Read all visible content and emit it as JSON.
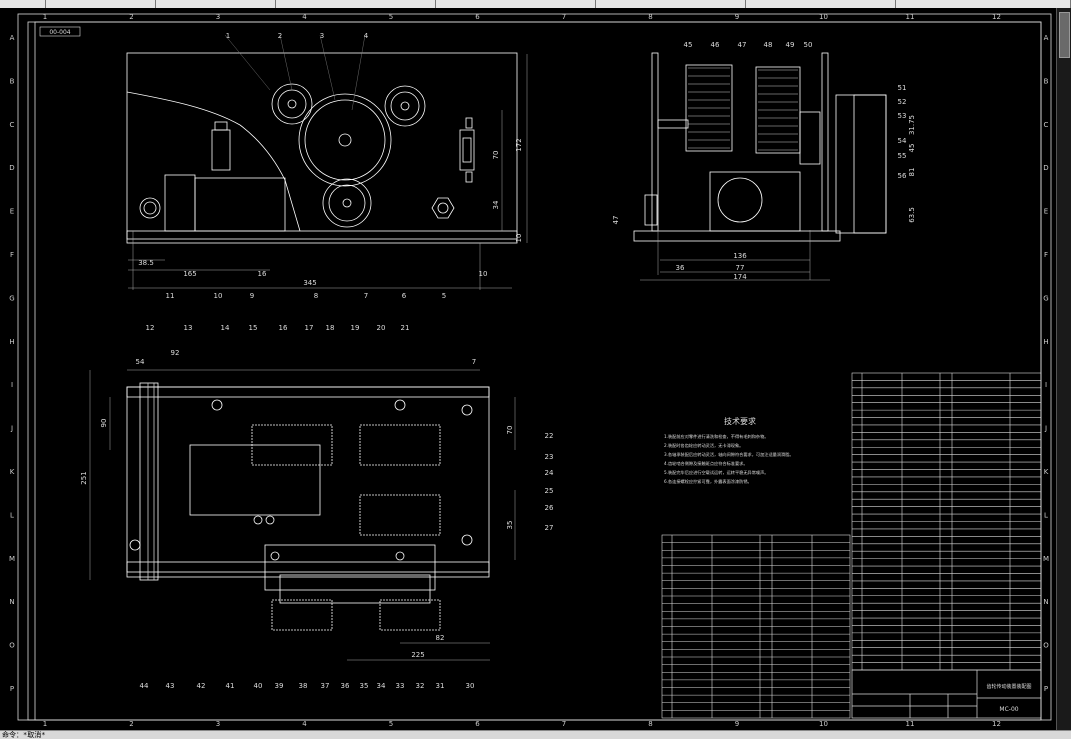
{
  "toolbar": {
    "cells": [
      "",
      "",
      "",
      "",
      "",
      "",
      "",
      ""
    ]
  },
  "drawing": {
    "tag": "00-004",
    "col_labels": [
      "1",
      "2",
      "3",
      "4",
      "5",
      "6",
      "7",
      "8",
      "9",
      "10",
      "11",
      "12"
    ],
    "row_labels": [
      "A",
      "B",
      "C",
      "D",
      "E",
      "F",
      "G",
      "H",
      "I",
      "J",
      "K",
      "L",
      "M",
      "N",
      "O",
      "P"
    ],
    "front_view": {
      "part_numbers_top": [
        "1",
        "2",
        "3",
        "4"
      ],
      "part_numbers_bottom": [
        "11",
        "10",
        "9",
        "8",
        "7",
        "6",
        "5"
      ],
      "dims": {
        "overall": "345",
        "left": "38.5",
        "mid": "165",
        "small": "16",
        "right": "10",
        "height": "172",
        "v1": "70",
        "v2": "34",
        "v3": "10"
      }
    },
    "side_view": {
      "part_numbers_top": [
        "45",
        "46",
        "47",
        "48",
        "49",
        "50"
      ],
      "part_numbers_right": [
        "51",
        "52",
        "53",
        "54",
        "55",
        "56"
      ],
      "dims": {
        "d1": "136",
        "d2": "77",
        "d3": "36",
        "d4": "174",
        "v1": "31.75",
        "v2": "45",
        "v3": "81",
        "v4": "63.5",
        "v5": "47"
      }
    },
    "plan_view": {
      "part_numbers_top": [
        "12",
        "13",
        "14",
        "15",
        "16",
        "17",
        "18",
        "19",
        "20",
        "21"
      ],
      "part_numbers_right": [
        "22",
        "23",
        "24",
        "25",
        "26",
        "27"
      ],
      "part_numbers_bottom": [
        "44",
        "43",
        "42",
        "41",
        "40",
        "39",
        "38",
        "37",
        "36",
        "35",
        "34",
        "33",
        "32",
        "31",
        "30"
      ],
      "dims": {
        "d1": "54",
        "d2": "92",
        "d3": "7",
        "height": "251",
        "h2": "90",
        "v1": "70",
        "v2": "35",
        "b1": "82",
        "b2": "225"
      }
    },
    "tech_req": {
      "title": "技术要求",
      "lines": [
        "1.装配前应对零件进行清洗和检查，不得有毛刺和杂物。",
        "2.装配时各齿轮应转动灵活，无卡滞现象。",
        "3.各轴承装配后应转动灵活，轴向间隙符合要求，可加注适量润滑脂。",
        "4.齿轮啮合侧隙及接触斑点应符合标准要求。",
        "5.装配完毕后应进行空载试运转，运转平稳无异常噪声。",
        "6.各连接螺栓应拧紧可靠，外露表面涂漆防锈。"
      ]
    },
    "title_block": {
      "name": "齿轮传动装置装配图",
      "code": "MC-00"
    }
  },
  "statusbar": {
    "cmd": "命令：*取消*"
  }
}
